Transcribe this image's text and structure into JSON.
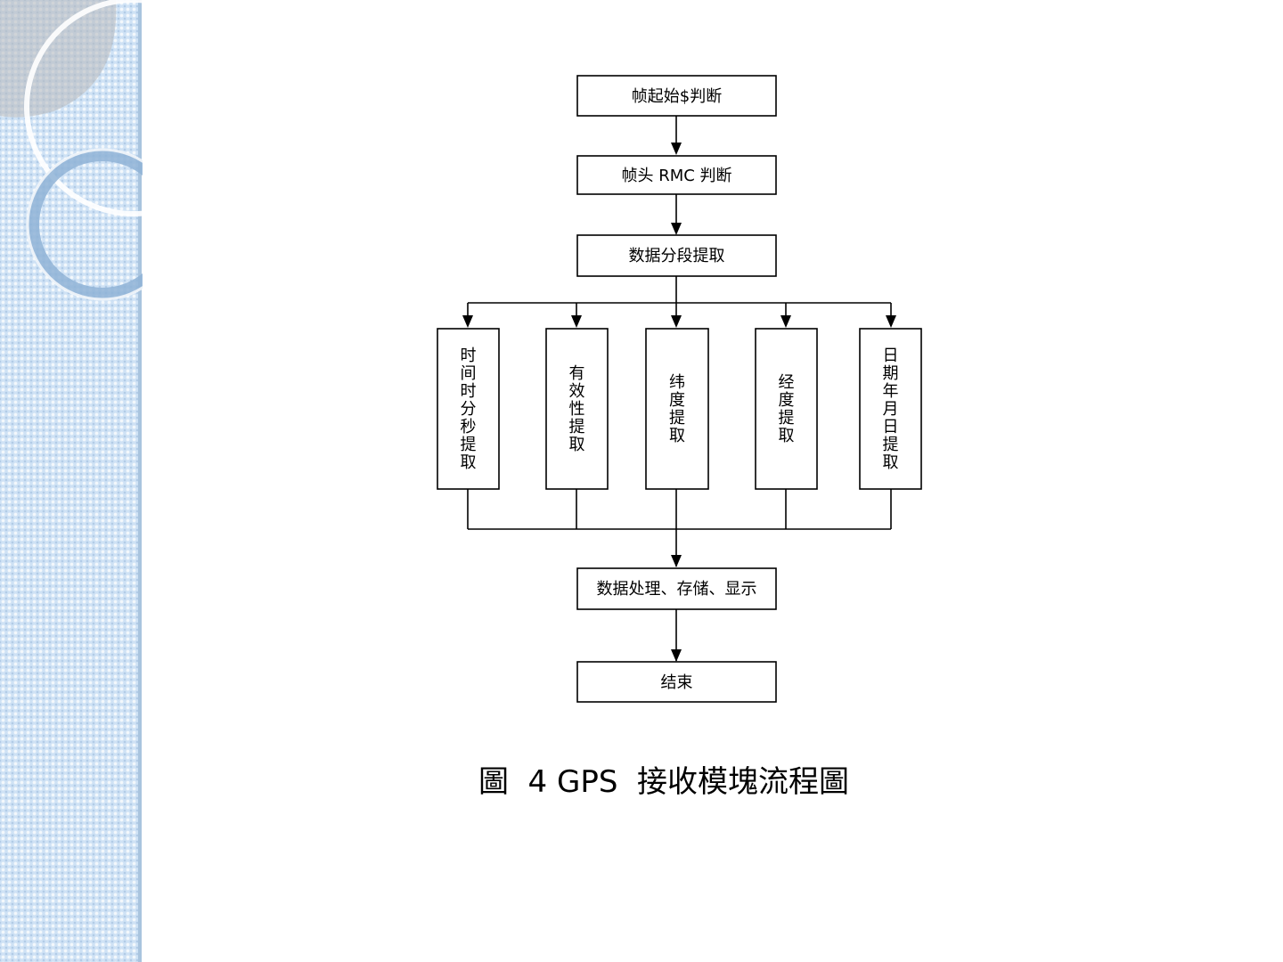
{
  "diagram": {
    "nodes": {
      "frame_start": "帧起始$判断",
      "frame_header": "帧头 RMC 判断",
      "segment_extract": "数据分段提取",
      "time_extract": "时间时分秒提取",
      "validity_extract": "有效性提取",
      "latitude_extract": "纬度提取",
      "longitude_extract": "经度提取",
      "date_extract": "日期年月日提取",
      "process_store_display": "数据处理、存储、显示",
      "end": "结束"
    },
    "edges": [
      [
        "frame_start",
        "frame_header"
      ],
      [
        "frame_header",
        "segment_extract"
      ],
      [
        "segment_extract",
        "time_extract"
      ],
      [
        "segment_extract",
        "validity_extract"
      ],
      [
        "segment_extract",
        "latitude_extract"
      ],
      [
        "segment_extract",
        "longitude_extract"
      ],
      [
        "segment_extract",
        "date_extract"
      ],
      [
        "time_extract",
        "process_store_display"
      ],
      [
        "validity_extract",
        "process_store_display"
      ],
      [
        "latitude_extract",
        "process_store_display"
      ],
      [
        "longitude_extract",
        "process_store_display"
      ],
      [
        "date_extract",
        "process_store_display"
      ],
      [
        "process_store_display",
        "end"
      ]
    ],
    "caption": "圖  4 GPS  接收模塊流程圖"
  },
  "colors": {
    "side_panel": "#cfe2f5",
    "side_ring": "#8fb3d6",
    "line": "#000000"
  }
}
